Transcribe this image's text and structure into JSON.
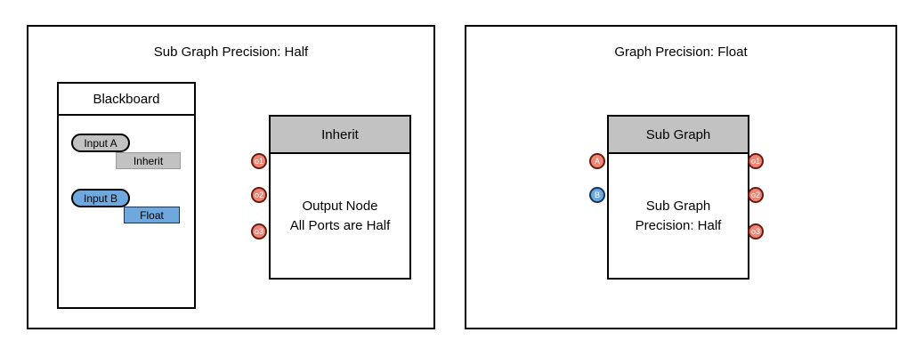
{
  "colors": {
    "salmon_fill": "#ee8676",
    "salmon_stroke": "#6b1b10",
    "blue_fill": "#6fa8dc",
    "blue_stroke": "#16365c",
    "gray_fill": "#c2c2c2",
    "gray_tag_border": "#9a9a9a",
    "black": "#000000"
  },
  "panels": [
    {
      "title": "Sub Graph Precision: Half",
      "blackboard": {
        "title": "Blackboard",
        "entries": [
          {
            "pill": "Input A",
            "tag": "Inherit",
            "color": "gray"
          },
          {
            "pill": "Input B",
            "tag": "Float",
            "color": "blue"
          }
        ]
      },
      "node": {
        "header": "Inherit",
        "body_lines": [
          "Output Node",
          "All Ports are Half"
        ],
        "left_ports": [
          {
            "label": "o1",
            "color": "salmon"
          },
          {
            "label": "o2",
            "color": "salmon"
          },
          {
            "label": "o3",
            "color": "salmon"
          }
        ]
      }
    },
    {
      "title": "Graph Precision: Float",
      "node": {
        "header": "Sub Graph",
        "body_lines": [
          "Sub Graph",
          "Precision: Half"
        ],
        "left_ports": [
          {
            "label": "A",
            "color": "salmon"
          },
          {
            "label": "B",
            "color": "blue"
          }
        ],
        "right_ports": [
          {
            "label": "o1",
            "color": "salmon"
          },
          {
            "label": "o2",
            "color": "salmon"
          },
          {
            "label": "o3",
            "color": "salmon"
          }
        ]
      }
    }
  ]
}
